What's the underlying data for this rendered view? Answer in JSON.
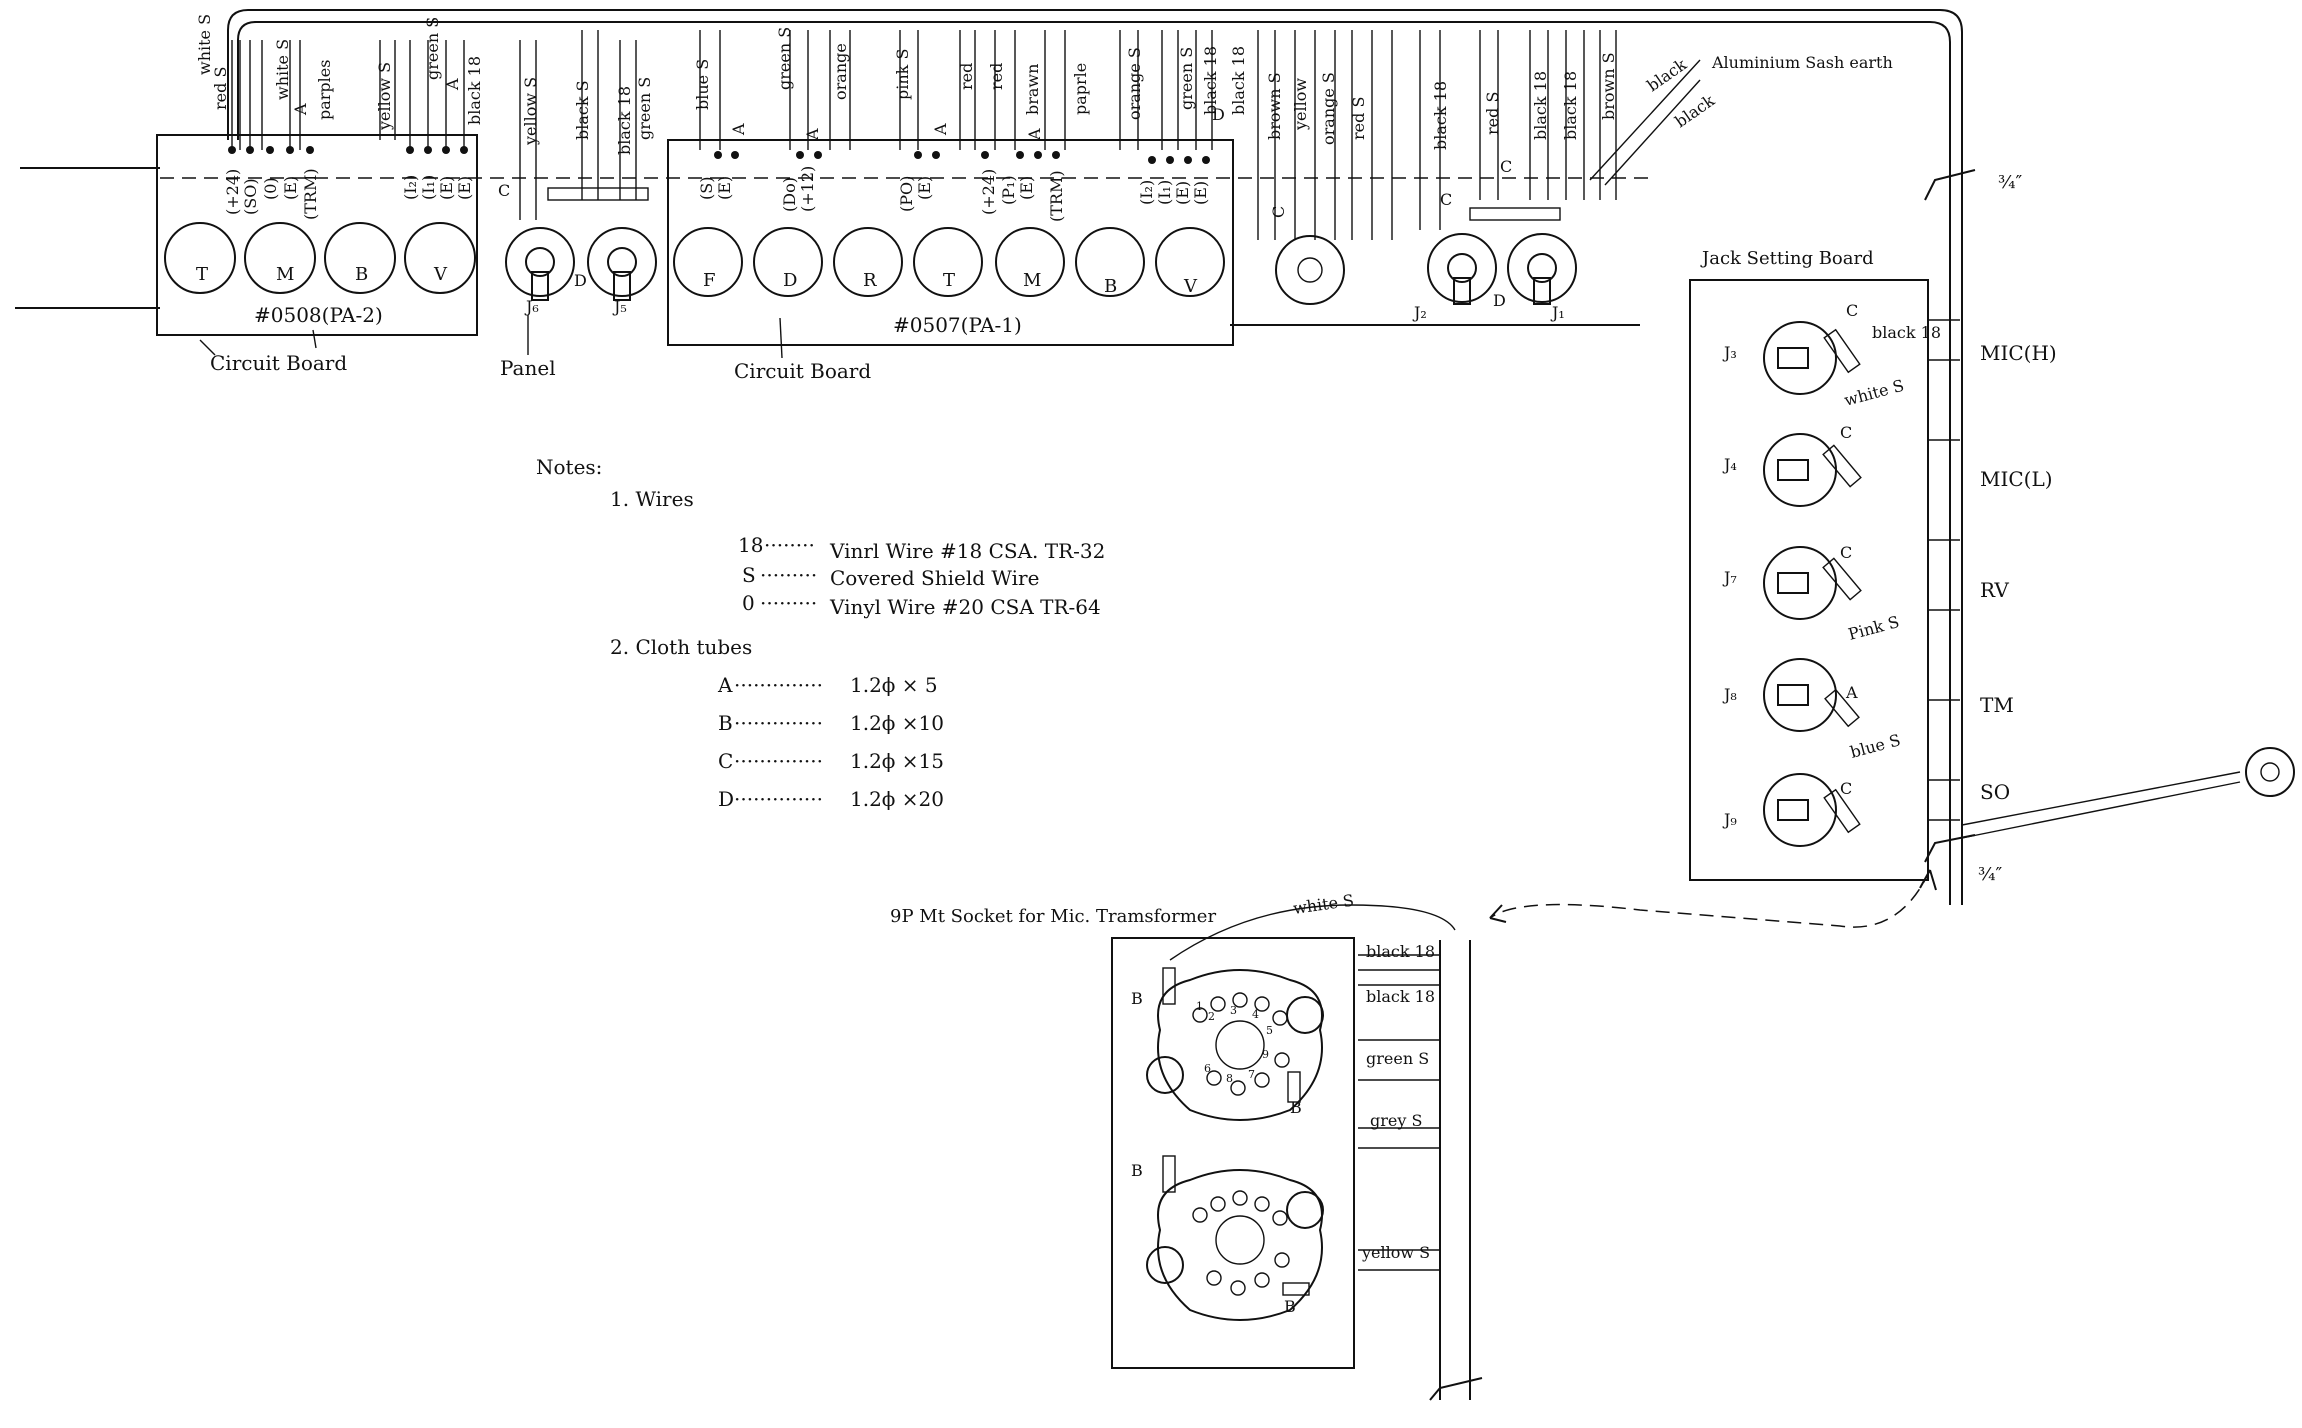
{
  "boards": [
    {
      "id": "pa2",
      "label": "#0508(PA-2)",
      "name": "Circuit Board",
      "knobs": [
        "T",
        "M",
        "B",
        "V"
      ],
      "terminals": [
        "(+24)",
        "(SO)",
        "(0)",
        "(E)",
        "(TRM)",
        "(I₂)",
        "(I₁)",
        "(E)",
        "(E)"
      ]
    },
    {
      "id": "pa1",
      "label": "#0507(PA-1)",
      "name": "Circuit Board",
      "knobs": [
        "F",
        "D",
        "R",
        "T",
        "M",
        "B",
        "V"
      ],
      "terminals": [
        "(S)",
        "(E)",
        "(Do)",
        "(+12)",
        "(PO)",
        "(E)",
        "(+24)",
        "(P₁)",
        "(E)",
        "(TRM)",
        "(I₂)",
        "(I₁)",
        "(E)",
        "(E)"
      ]
    }
  ],
  "panel_label": "Panel",
  "jacks": {
    "j6": "J₆",
    "j5": "J₅",
    "j2": "J₂",
    "j1": "J₁",
    "d": "D"
  },
  "wire_labels": [
    "white S",
    "red S",
    "white S",
    "parples",
    "yellow S",
    "green S",
    "black 18",
    "yellow S",
    "black S",
    "black 18",
    "green S",
    "blue S",
    "green S",
    "orange",
    "pink S",
    "red",
    "red",
    "brawn",
    "paprle",
    "orange S",
    "green S",
    "black 18",
    "black 18",
    "brown S",
    "yellow",
    "orange S",
    "red S",
    "black 18",
    "red S",
    "black 18",
    "black 18",
    "brown S"
  ],
  "tube_marks": [
    "A",
    "A",
    "A",
    "A",
    "A",
    "A",
    "C",
    "C",
    "C",
    "C",
    "D"
  ],
  "earth": {
    "label": "Aluminium Sash earth",
    "wire1": "black",
    "wire2": "black"
  },
  "dim_top": "¾″",
  "dim_bottom": "¾″",
  "jack_board": {
    "title": "Jack Setting Board",
    "jacks": [
      {
        "id": "J₃",
        "tube": "C",
        "wire": "white S",
        "wire2": "black 18",
        "label": "MIC(H)"
      },
      {
        "id": "J₄",
        "tube": "C",
        "wire": "",
        "wire2": "",
        "label": "MIC(L)"
      },
      {
        "id": "J₇",
        "tube": "C",
        "wire": "Pink S",
        "wire2": "",
        "label": "RV"
      },
      {
        "id": "J₈",
        "tube": "A",
        "wire": "blue S",
        "wire2": "",
        "label": "TM"
      },
      {
        "id": "J₉",
        "tube": "C",
        "wire": "",
        "wire2": "",
        "label": "SO"
      }
    ]
  },
  "notes": {
    "title": "Notes:",
    "wires_heading": "1. Wires",
    "wires": [
      {
        "code": "18",
        "text": "Vinrl Wire #18 CSA. TR-32"
      },
      {
        "code": "S",
        "text": "Covered Shield Wire"
      },
      {
        "code": "0",
        "text": "Vinyl Wire #20 CSA TR-64"
      }
    ],
    "tubes_heading": "2. Cloth tubes",
    "tubes": [
      {
        "code": "A",
        "text": "1.2ϕ × 5"
      },
      {
        "code": "B",
        "text": "1.2ϕ ×10"
      },
      {
        "code": "C",
        "text": "1.2ϕ ×15"
      },
      {
        "code": "D",
        "text": "1.2ϕ ×20"
      }
    ]
  },
  "socket": {
    "title": "9P Mt Socket for Mic. Tramsformer",
    "wires": [
      "white S",
      "black 18",
      "black 18",
      "green S",
      "grey S",
      "yellow S"
    ],
    "tubes": [
      "B",
      "B",
      "B",
      "B"
    ],
    "pins": [
      "1",
      "2",
      "3",
      "4",
      "5",
      "6",
      "7",
      "8",
      "9"
    ]
  }
}
